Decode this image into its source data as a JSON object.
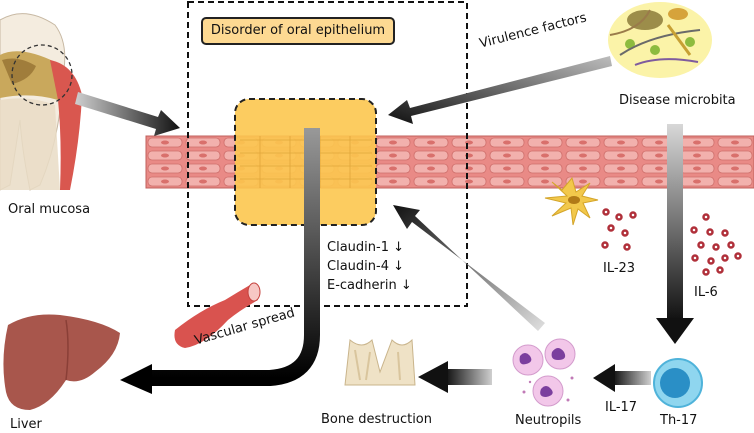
{
  "title_box": "Disorder of oral epithelium",
  "labels": {
    "oral_mucosa": "Oral mucosa",
    "liver": "Liver",
    "virulence_factors": "Virulence factors",
    "disease_microbiota": "Disease microbita",
    "vascular_spread": "Vascular spread",
    "bone_destruction": "Bone destruction",
    "neutrophils": "Neutropils",
    "il17": "IL-17",
    "th17": "Th-17",
    "il23": "IL-23",
    "il6": "IL-6"
  },
  "markers": [
    "Claudin-1 ↓",
    "Claudin-4 ↓",
    "E-cadherin ↓"
  ],
  "colors": {
    "epithelium": "#e98a86",
    "epithelium_cell": "#f2b1ad",
    "highlight": "#fcc74f",
    "title_fill": "#fdd992",
    "th17_outer": "#7fd0ec",
    "th17_inner": "#2a8fc6",
    "cytokine": "#b0303a",
    "liver": "#a8564c",
    "arrow": "#1c1c1c"
  }
}
